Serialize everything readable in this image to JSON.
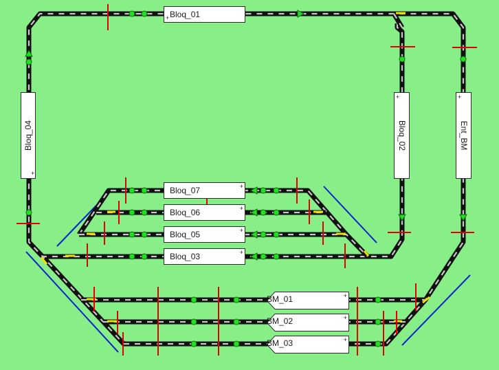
{
  "colors": {
    "background": "#88ee88",
    "rail": "#111111",
    "sleeper": "#c8c8c8",
    "occupied_segment": "#f0e000",
    "signal": "#22dd22",
    "isolation_cut": "#e00000",
    "guide_line": "#0022cc"
  },
  "blocks": {
    "bloq_01": "Bloq_01",
    "bloq_02": "Bloq_02",
    "bloq_03": "Bloq_03",
    "bloq_04": "Bloq_04",
    "bloq_05": "Bloq_05",
    "bloq_06": "Bloq_06",
    "bloq_07": "Bloq_07",
    "ent_bm": "Ent_BM",
    "bm_01": "BM_01",
    "bm_02": "BM_02",
    "bm_03": "BM_03"
  },
  "block_marker": "+",
  "icons": {
    "signal": "signal-light-icon",
    "direction": "direction-arrow-icon",
    "isolation": "isolation-cut-icon"
  }
}
